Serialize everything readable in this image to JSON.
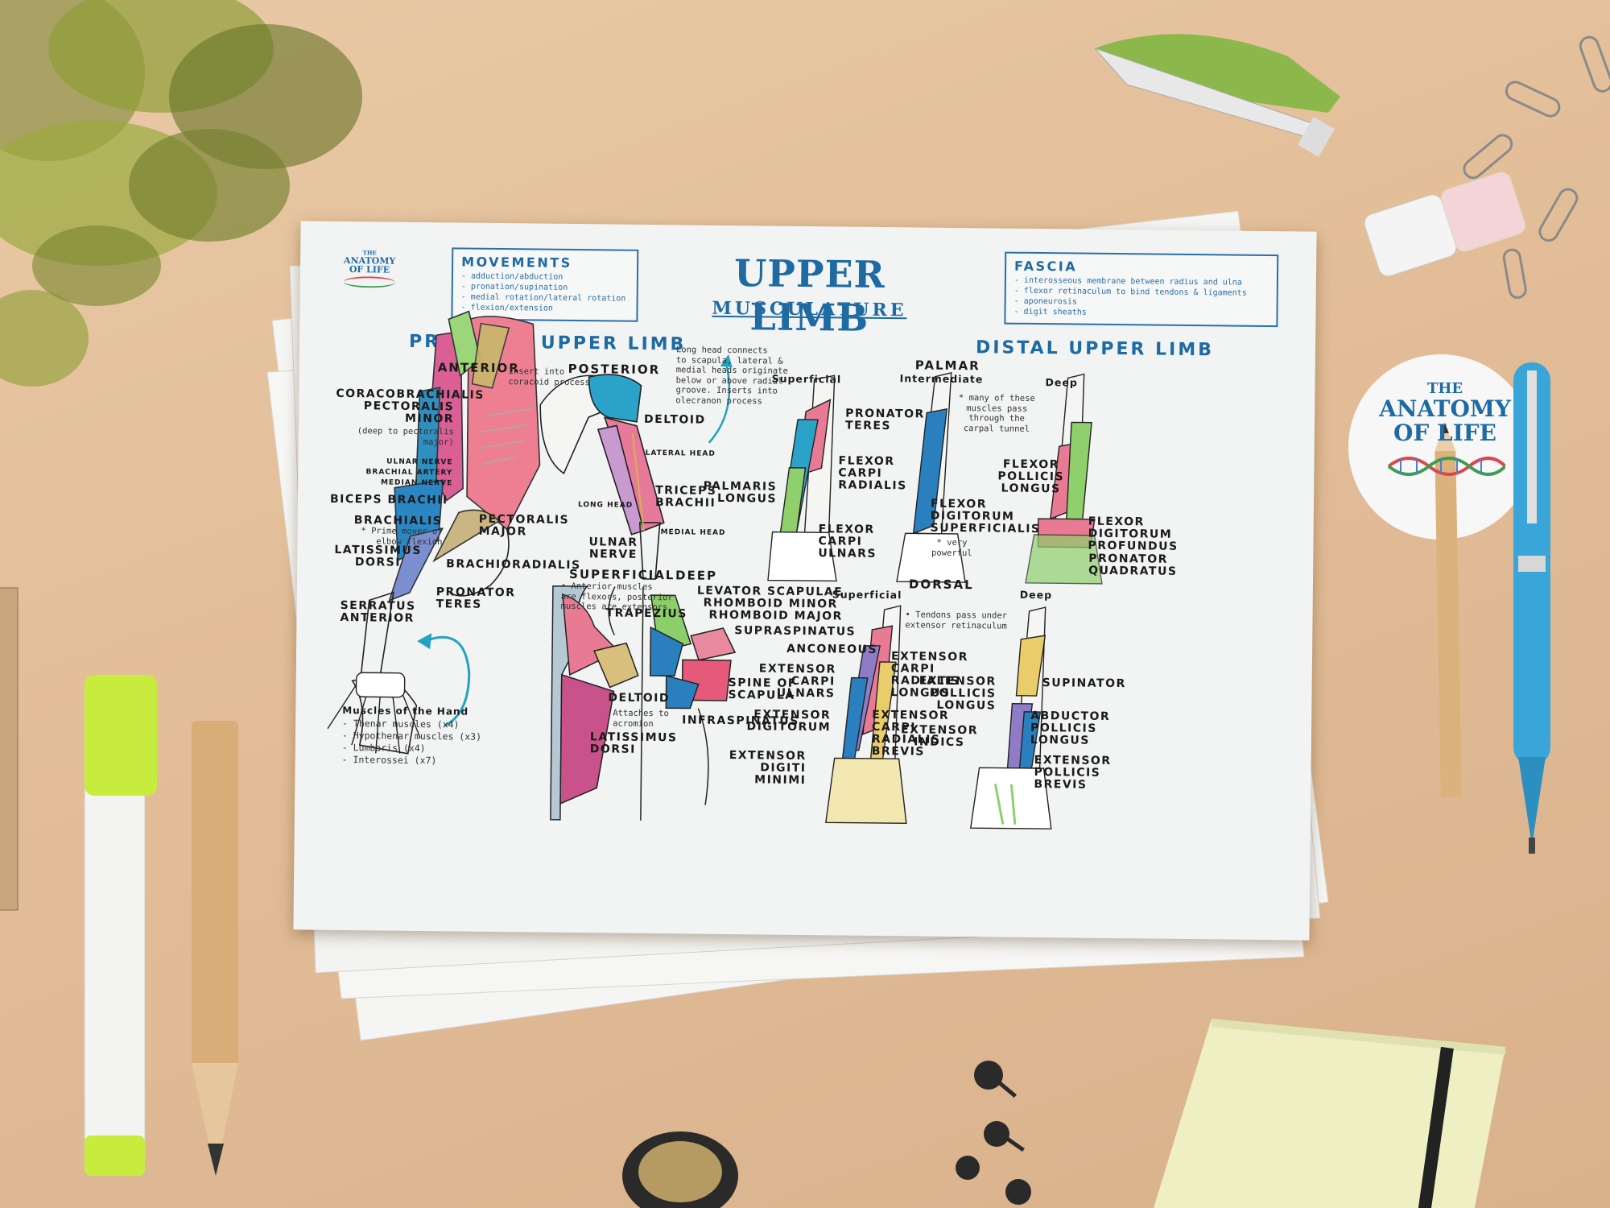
{
  "logo": {
    "line1": "THE",
    "line2": "ANATOMY",
    "line3": "OF LIFE"
  },
  "sticker": {
    "line1": "THE",
    "line2": "ANATOMY",
    "line3": "OF LIFE"
  },
  "header": {
    "title": "UPPER LIMB",
    "subtitle": "MUSCULATURE"
  },
  "movements": {
    "title": "MOVEMENTS",
    "items": [
      "- adduction/abduction",
      "- pronation/supination",
      "- medial rotation/lateral rotation",
      "- flexion/extension"
    ]
  },
  "fascia": {
    "title": "FASCIA",
    "items": [
      "- interosseous membrane between radius and ulna",
      "- flexor retinaculum to bind tendons & ligaments",
      "- aponeurosis",
      "- digit sheaths"
    ]
  },
  "proximal": {
    "heading": "PROXIMAL UPPER LIMB",
    "anterior": "ANTERIOR",
    "posterior": "POSTERIOR",
    "labels": {
      "coracobrachialis": "CORACOBRACHIALIS",
      "pectoralis_minor": "PECTORALIS\nMINOR",
      "pectoralis_minor_note": "(deep to pectoralis\nmajor)",
      "coracoid_note": "Insert into\ncoracoid process",
      "ulnar_nerve_sm": "ULNAR NERVE",
      "brachial_artery": "BRACHIAL ARTERY",
      "median_nerve": "MEDIAN NERVE",
      "biceps": "BICEPS BRACHII",
      "brachialis": "BRACHIALIS",
      "brachialis_note": "* Prime mover of\nelbow flexion",
      "pectoralis_major": "PECTORALIS\nMAJOR",
      "latissimus": "LATISSIMUS\nDORSI",
      "brachioradialis": "BRACHIORADIALIS",
      "pronator_teres": "PRONATOR\nTERES",
      "serratus": "SERRATUS\nANTERIOR",
      "deltoid": "DELTOID",
      "lateral_head": "LATERAL HEAD",
      "long_head": "LONG HEAD",
      "triceps": "TRICEPS\nBRACHII",
      "medial_head": "MEDIAL HEAD",
      "ulnar_nerve": "ULNAR\nNERVE",
      "long_head_note": "Long head connects\nto scapula, lateral &\nmedial heads originate\nbelow or above radial\ngroove. Inserts into\nolecranon process",
      "ant_post_note": "• Anterior muscles\nare flexors, posterior\nmuscles are extensors"
    },
    "hand": {
      "title": "Muscles of the Hand",
      "items": [
        "- Thenar muscles (x4)",
        "- Hypothenar muscles (x3)",
        "- Lumbaris (x4)",
        "- Interossei (x7)"
      ]
    }
  },
  "back": {
    "superficial": "SUPERFICIAL",
    "deep": "DEEP",
    "labels": {
      "trapezius": "TRAPEZIUS",
      "deltoid": "DELTOID",
      "deltoid_note": "Attaches to\nacromion",
      "latissimus": "LATISSIMUS\nDORSI",
      "levator": "LEVATOR SCAPULAE",
      "rh_minor": "RHOMBOID MINOR",
      "rh_major": "RHOMBOID MAJOR",
      "supraspinatus": "SUPRASPINATUS",
      "spine": "SPINE OF\nSCAPULA",
      "infraspinatus": "INFRASPINATUS"
    }
  },
  "distal": {
    "heading": "DISTAL UPPER LIMB",
    "palmar": "PALMAR",
    "superficial": "Superficial",
    "intermediate": "Intermediate",
    "deep": "Deep",
    "labels": {
      "pronator_teres": "PRONATOR\nTERES",
      "fcr": "FLEXOR\nCARPI\nRADIALIS",
      "palmaris": "PALMARIS\nLONGUS",
      "fcu": "FLEXOR\nCARPI\nULNARS",
      "carpal_note": "* many of these\nmuscles pass\nthrough the\ncarpal tunnel",
      "fds": "FLEXOR\nDIGITORUM\nSUPERFICIALIS",
      "fds_note": "* very\npowerful",
      "fpl": "FLEXOR\nPOLLICIS\nLONGUS",
      "fdp": "FLEXOR\nDIGITORUM\nPROFUNDUS",
      "pq": "PRONATOR\nQUADRATUS"
    },
    "dorsal": "DORSAL",
    "d_superficial": "Superficial",
    "d_deep": "Deep",
    "dlabels": {
      "tendon_note": "• Tendons pass under\nextensor retinaculum",
      "anconeous": "ANCONEOUS",
      "ecu": "EXTENSOR\nCARPI\nULNARS",
      "ecrl": "EXTENSOR\nCARPI\nRADIALIS\nLONGUS",
      "ed": "EXTENSOR\nDIGITORUM",
      "ecrb": "EXTENSOR\nCARPI\nRADIALIS\nBREVIS",
      "edm": "EXTENSOR\nDIGITI\nMINIMI",
      "epl": "EXTENSOR\nPOLLICIS\nLONGUS",
      "supinator": "SUPINATOR",
      "ei": "EXTENSOR\nINDICS",
      "apl": "ABDUCTOR\nPOLLICIS\nLONGUS",
      "epb": "EXTENSOR\nPOLLICIS\nBREVIS"
    }
  },
  "colors": {
    "accent": "#1e6aa3",
    "muscle_pink": "#e8738a",
    "muscle_blue": "#2a8fb5",
    "muscle_green": "#7fcf6a",
    "muscle_yellow": "#e9cd6a",
    "muscle_purple": "#8f7cc7",
    "desk": "#e2bd97"
  }
}
